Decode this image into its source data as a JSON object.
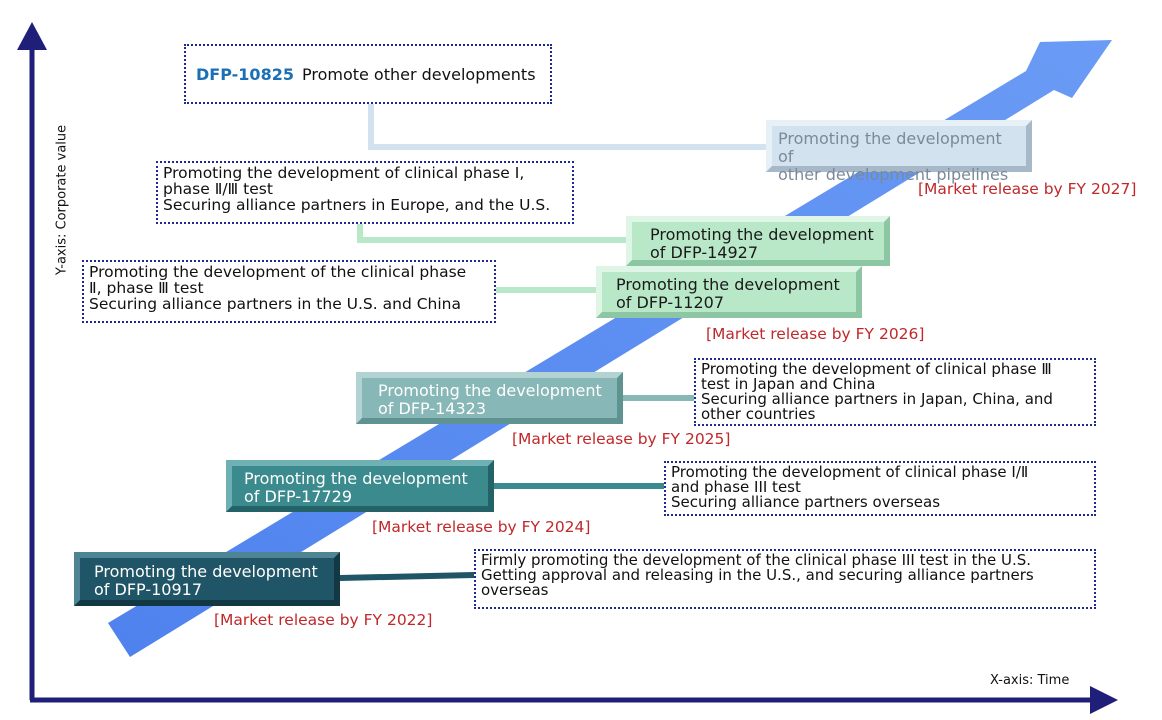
{
  "axes": {
    "y_label": "Y-axis: Corporate value",
    "x_label": "X-axis: Time"
  },
  "top_note": {
    "code": "DFP-10825",
    "text": "Promote other developments"
  },
  "stages": [
    {
      "box_lines": [
        "Promoting the development",
        "of DFP-10917"
      ],
      "release": "[Market release by FY 2022]",
      "note_lines": [
        "Firmly promoting the development of the clinical phase III test in the U.S.",
        "Getting approval and releasing in the U.S., and securing alliance partners",
        "overseas"
      ],
      "color": "#1f5566"
    },
    {
      "box_lines": [
        "Promoting the development",
        "of DFP-17729"
      ],
      "release": "[Market release by FY 2024]",
      "note_lines": [
        "Promoting the development of clinical phase Ⅰ/Ⅱ",
        "and phase III test",
        "Securing alliance partners overseas"
      ],
      "color": "#3a8a8e"
    },
    {
      "box_lines": [
        "Promoting the development",
        "of DFP-14323"
      ],
      "release": "[Market release by FY 2025]",
      "note_lines": [
        "Promoting the development of clinical phase Ⅲ",
        "test in Japan and China",
        "Securing alliance partners in Japan, China, and",
        "other countries"
      ],
      "color": "#87b7b6"
    },
    {
      "box_lines": [
        "Promoting the development",
        "of DFP-11207"
      ],
      "release": "[Market release by FY 2026]",
      "note_lines": [
        "Promoting the development of the clinical phase",
        "Ⅱ, phase Ⅲ test",
        "Securing alliance partners in the U.S. and China"
      ],
      "color": "#b9e8c9"
    },
    {
      "box_lines": [
        "Promoting the development",
        "of DFP-14927"
      ],
      "release": "",
      "note_lines": [
        "Promoting the development of clinical phase Ⅰ,",
        "phase Ⅱ/Ⅲ test",
        "Securing alliance partners in Europe, and the U.S."
      ],
      "color": "#b9e8c9"
    },
    {
      "box_lines": [
        "Promoting the development of",
        "other development pipelines"
      ],
      "release": "[Market release by FY 2027]",
      "note_lines": [],
      "color": "#d3e2ef"
    }
  ],
  "colors": {
    "axis": "#1f1f7a",
    "growth_arrow": "#5b8ef0",
    "note_border": "#1e2a8c",
    "release_text": "#c0282a",
    "code_text": "#1b6fb5"
  }
}
